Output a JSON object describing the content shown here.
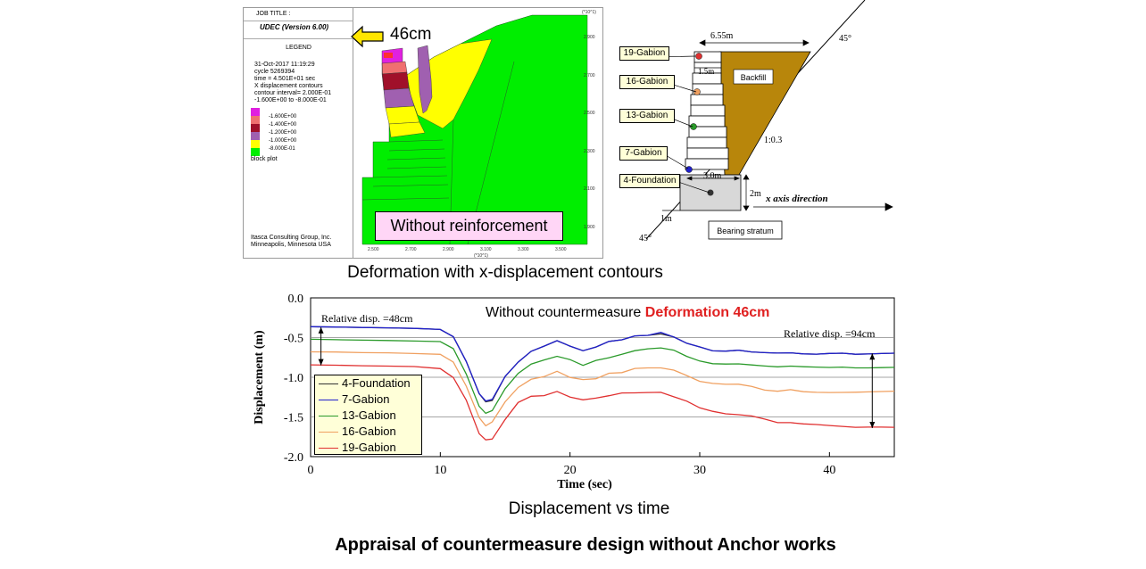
{
  "udec": {
    "job_title": "JOB TITLE :",
    "version": "UDEC (Version 6.00)",
    "legend_heading": "LEGEND",
    "info_lines": [
      "31-Oct-2017  11:19:29",
      "cycle  5269394",
      "time  =  4.501E+01 sec",
      "X displacement contours",
      "contour interval= 2.000E-01",
      "-1.600E+00 to -8.000E-01"
    ],
    "contours": [
      {
        "label": "-1.600E+00",
        "color": "#e020e0"
      },
      {
        "label": "-1.400E+00",
        "color": "#e8506a"
      },
      {
        "label": "-1.200E+00",
        "color": "#a0102a"
      },
      {
        "label": "-1.000E+00",
        "color": "#a060b0"
      },
      {
        "label": "-8.000E-01",
        "color": "#ffff00"
      }
    ],
    "green_color": "#00ee00",
    "block_plot": "block plot",
    "company": [
      "Itasca Consulting Group, Inc.",
      "Minneapolis, Minnesota  USA"
    ],
    "scale_top": "(*10^1)",
    "scale_bottom": "(*10^1)",
    "y_ticks": [
      "2.900",
      "2.700",
      "2.500",
      "2.300",
      "2.100",
      "1.900"
    ],
    "x_ticks": [
      "2.500",
      "2.700",
      "2.900",
      "3.100",
      "3.300",
      "3.500"
    ],
    "displacement_label": "46cm",
    "no_reinforcement": "Without reinforcement"
  },
  "schematic": {
    "gabions": [
      "19-Gabion",
      "16-Gabion",
      "13-Gabion",
      "7-Gabion",
      "4-Foundation"
    ],
    "width_top": "6.55m",
    "width_inner": "1.5m",
    "width_base": "3.0m",
    "backfill": "Backfill",
    "slope": "1:0.3",
    "angle_top": "45°",
    "angle_bottom": "45°",
    "foundation_height": "2m",
    "offset": "1m",
    "x_axis_direction": "x axis direction",
    "bearing_stratum": "Bearing stratum"
  },
  "caption_top": "Deformation with x-displacement contours",
  "caption_chart": "Displacement vs time",
  "footer": "Appraisal of countermeasure design without Anchor works",
  "chart_data": {
    "type": "line",
    "title": "Without countermeasure",
    "title_highlight": "Deformation 46cm",
    "xlabel": "Time (sec)",
    "ylabel": "Displacement (m)",
    "xlim": [
      0,
      45
    ],
    "ylim": [
      -2.0,
      0.0
    ],
    "x_ticks": [
      0,
      10,
      20,
      30,
      40
    ],
    "y_ticks": [
      "0.0",
      "-0.5",
      "-1.0",
      "-1.5",
      "-2.0"
    ],
    "grid": "horizontal",
    "legend_position": "bottom-left",
    "annotations": [
      "Relative  disp.  =48cm",
      "Relative  disp.  =94cm"
    ],
    "x": [
      0,
      2,
      4,
      6,
      8,
      10,
      11,
      12,
      13,
      13.5,
      14,
      15,
      16,
      17,
      18,
      19,
      20,
      21,
      22,
      23,
      24,
      25,
      26,
      27,
      28,
      29,
      30,
      31,
      32,
      33,
      34,
      35,
      36,
      37,
      38,
      39,
      40,
      41,
      42,
      43,
      44,
      45
    ],
    "series": [
      {
        "name": "4-Foundation",
        "color": "#333333",
        "values": [
          -0.37,
          -0.37,
          -0.38,
          -0.38,
          -0.39,
          -0.41,
          -0.5,
          -0.8,
          -1.2,
          -1.32,
          -1.28,
          -1.0,
          -0.8,
          -0.68,
          -0.62,
          -0.55,
          -0.6,
          -0.66,
          -0.62,
          -0.56,
          -0.52,
          -0.49,
          -0.46,
          -0.45,
          -0.5,
          -0.56,
          -0.62,
          -0.66,
          -0.66,
          -0.65,
          -0.67,
          -0.69,
          -0.7,
          -0.68,
          -0.7,
          -0.7,
          -0.69,
          -0.69,
          -0.7,
          -0.7,
          -0.7,
          -0.7
        ]
      },
      {
        "name": "7-Gabion",
        "color": "#2020cc",
        "values": [
          -0.37,
          -0.37,
          -0.38,
          -0.38,
          -0.39,
          -0.41,
          -0.5,
          -0.8,
          -1.2,
          -1.31,
          -1.27,
          -1.0,
          -0.8,
          -0.68,
          -0.62,
          -0.55,
          -0.6,
          -0.66,
          -0.62,
          -0.56,
          -0.52,
          -0.49,
          -0.46,
          -0.44,
          -0.5,
          -0.56,
          -0.62,
          -0.66,
          -0.66,
          -0.65,
          -0.67,
          -0.69,
          -0.7,
          -0.68,
          -0.7,
          -0.7,
          -0.69,
          -0.69,
          -0.7,
          -0.7,
          -0.7,
          -0.7
        ]
      },
      {
        "name": "13-Gabion",
        "color": "#2a9a2a",
        "values": [
          -0.52,
          -0.52,
          -0.53,
          -0.53,
          -0.54,
          -0.56,
          -0.65,
          -0.95,
          -1.36,
          -1.45,
          -1.42,
          -1.15,
          -0.95,
          -0.84,
          -0.79,
          -0.73,
          -0.79,
          -0.84,
          -0.8,
          -0.75,
          -0.71,
          -0.67,
          -0.64,
          -0.62,
          -0.67,
          -0.73,
          -0.79,
          -0.83,
          -0.83,
          -0.82,
          -0.84,
          -0.87,
          -0.88,
          -0.85,
          -0.87,
          -0.87,
          -0.87,
          -0.86,
          -0.87,
          -0.87,
          -0.87,
          -0.87
        ]
      },
      {
        "name": "16-Gabion",
        "color": "#f0a060",
        "values": [
          -0.67,
          -0.67,
          -0.68,
          -0.68,
          -0.69,
          -0.72,
          -0.82,
          -1.1,
          -1.5,
          -1.6,
          -1.57,
          -1.32,
          -1.12,
          -1.03,
          -0.98,
          -0.93,
          -0.99,
          -1.04,
          -1.01,
          -0.96,
          -0.93,
          -0.9,
          -0.88,
          -0.87,
          -0.92,
          -0.98,
          -1.04,
          -1.09,
          -1.1,
          -1.1,
          -1.12,
          -1.15,
          -1.17,
          -1.15,
          -1.17,
          -1.18,
          -1.18,
          -1.18,
          -1.18,
          -1.18,
          -1.18,
          -1.18
        ]
      },
      {
        "name": "19-Gabion",
        "color": "#e03030",
        "values": [
          -0.85,
          -0.85,
          -0.86,
          -0.86,
          -0.87,
          -0.9,
          -1.0,
          -1.3,
          -1.72,
          -1.8,
          -1.77,
          -1.52,
          -1.33,
          -1.25,
          -1.22,
          -1.19,
          -1.24,
          -1.29,
          -1.27,
          -1.23,
          -1.21,
          -1.19,
          -1.18,
          -1.18,
          -1.25,
          -1.31,
          -1.38,
          -1.43,
          -1.45,
          -1.46,
          -1.49,
          -1.53,
          -1.56,
          -1.56,
          -1.58,
          -1.6,
          -1.62,
          -1.63,
          -1.64,
          -1.64,
          -1.64,
          -1.64
        ]
      }
    ]
  }
}
